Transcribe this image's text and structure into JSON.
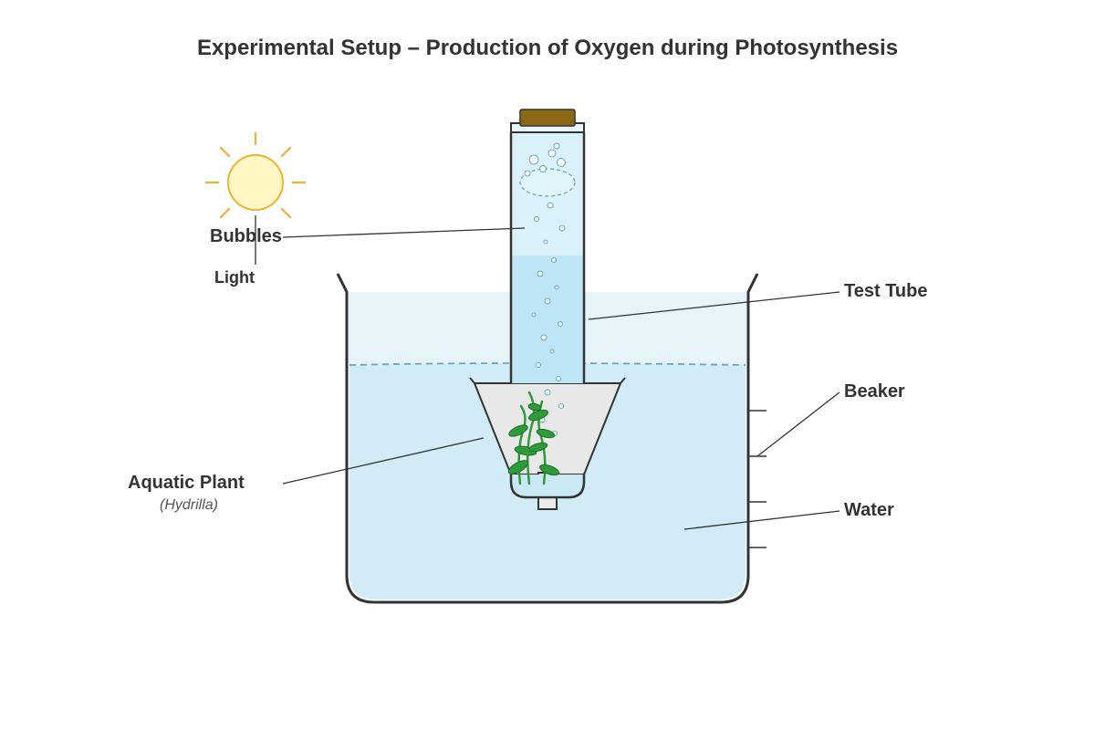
{
  "title": "Experimental Setup – Production of Oxygen during Photosynthesis",
  "labels": {
    "light": "Light",
    "bubbles": "Bubbles",
    "test_tube": "Test Tube",
    "beaker": "Beaker",
    "water": "Water",
    "aquatic_plant": "Aquatic Plant",
    "plant_species": "(Hydrilla)"
  },
  "colors": {
    "water": "#d2ecf7",
    "air_above_water": "#e6f3f8",
    "tube_fill": "#bde5f5",
    "tube_gas": "#dcf2fb",
    "funnel": "#e8e8e8",
    "cork": "#8b6914",
    "sun_fill": "#fff8c4",
    "sun_rays": "#f0b030",
    "plant": "#2e9a3a",
    "bubble_stroke": "#6aa7bf",
    "outline": "#333333"
  },
  "icons": [
    "sun-icon",
    "plant-icon",
    "bubble-icon"
  ]
}
